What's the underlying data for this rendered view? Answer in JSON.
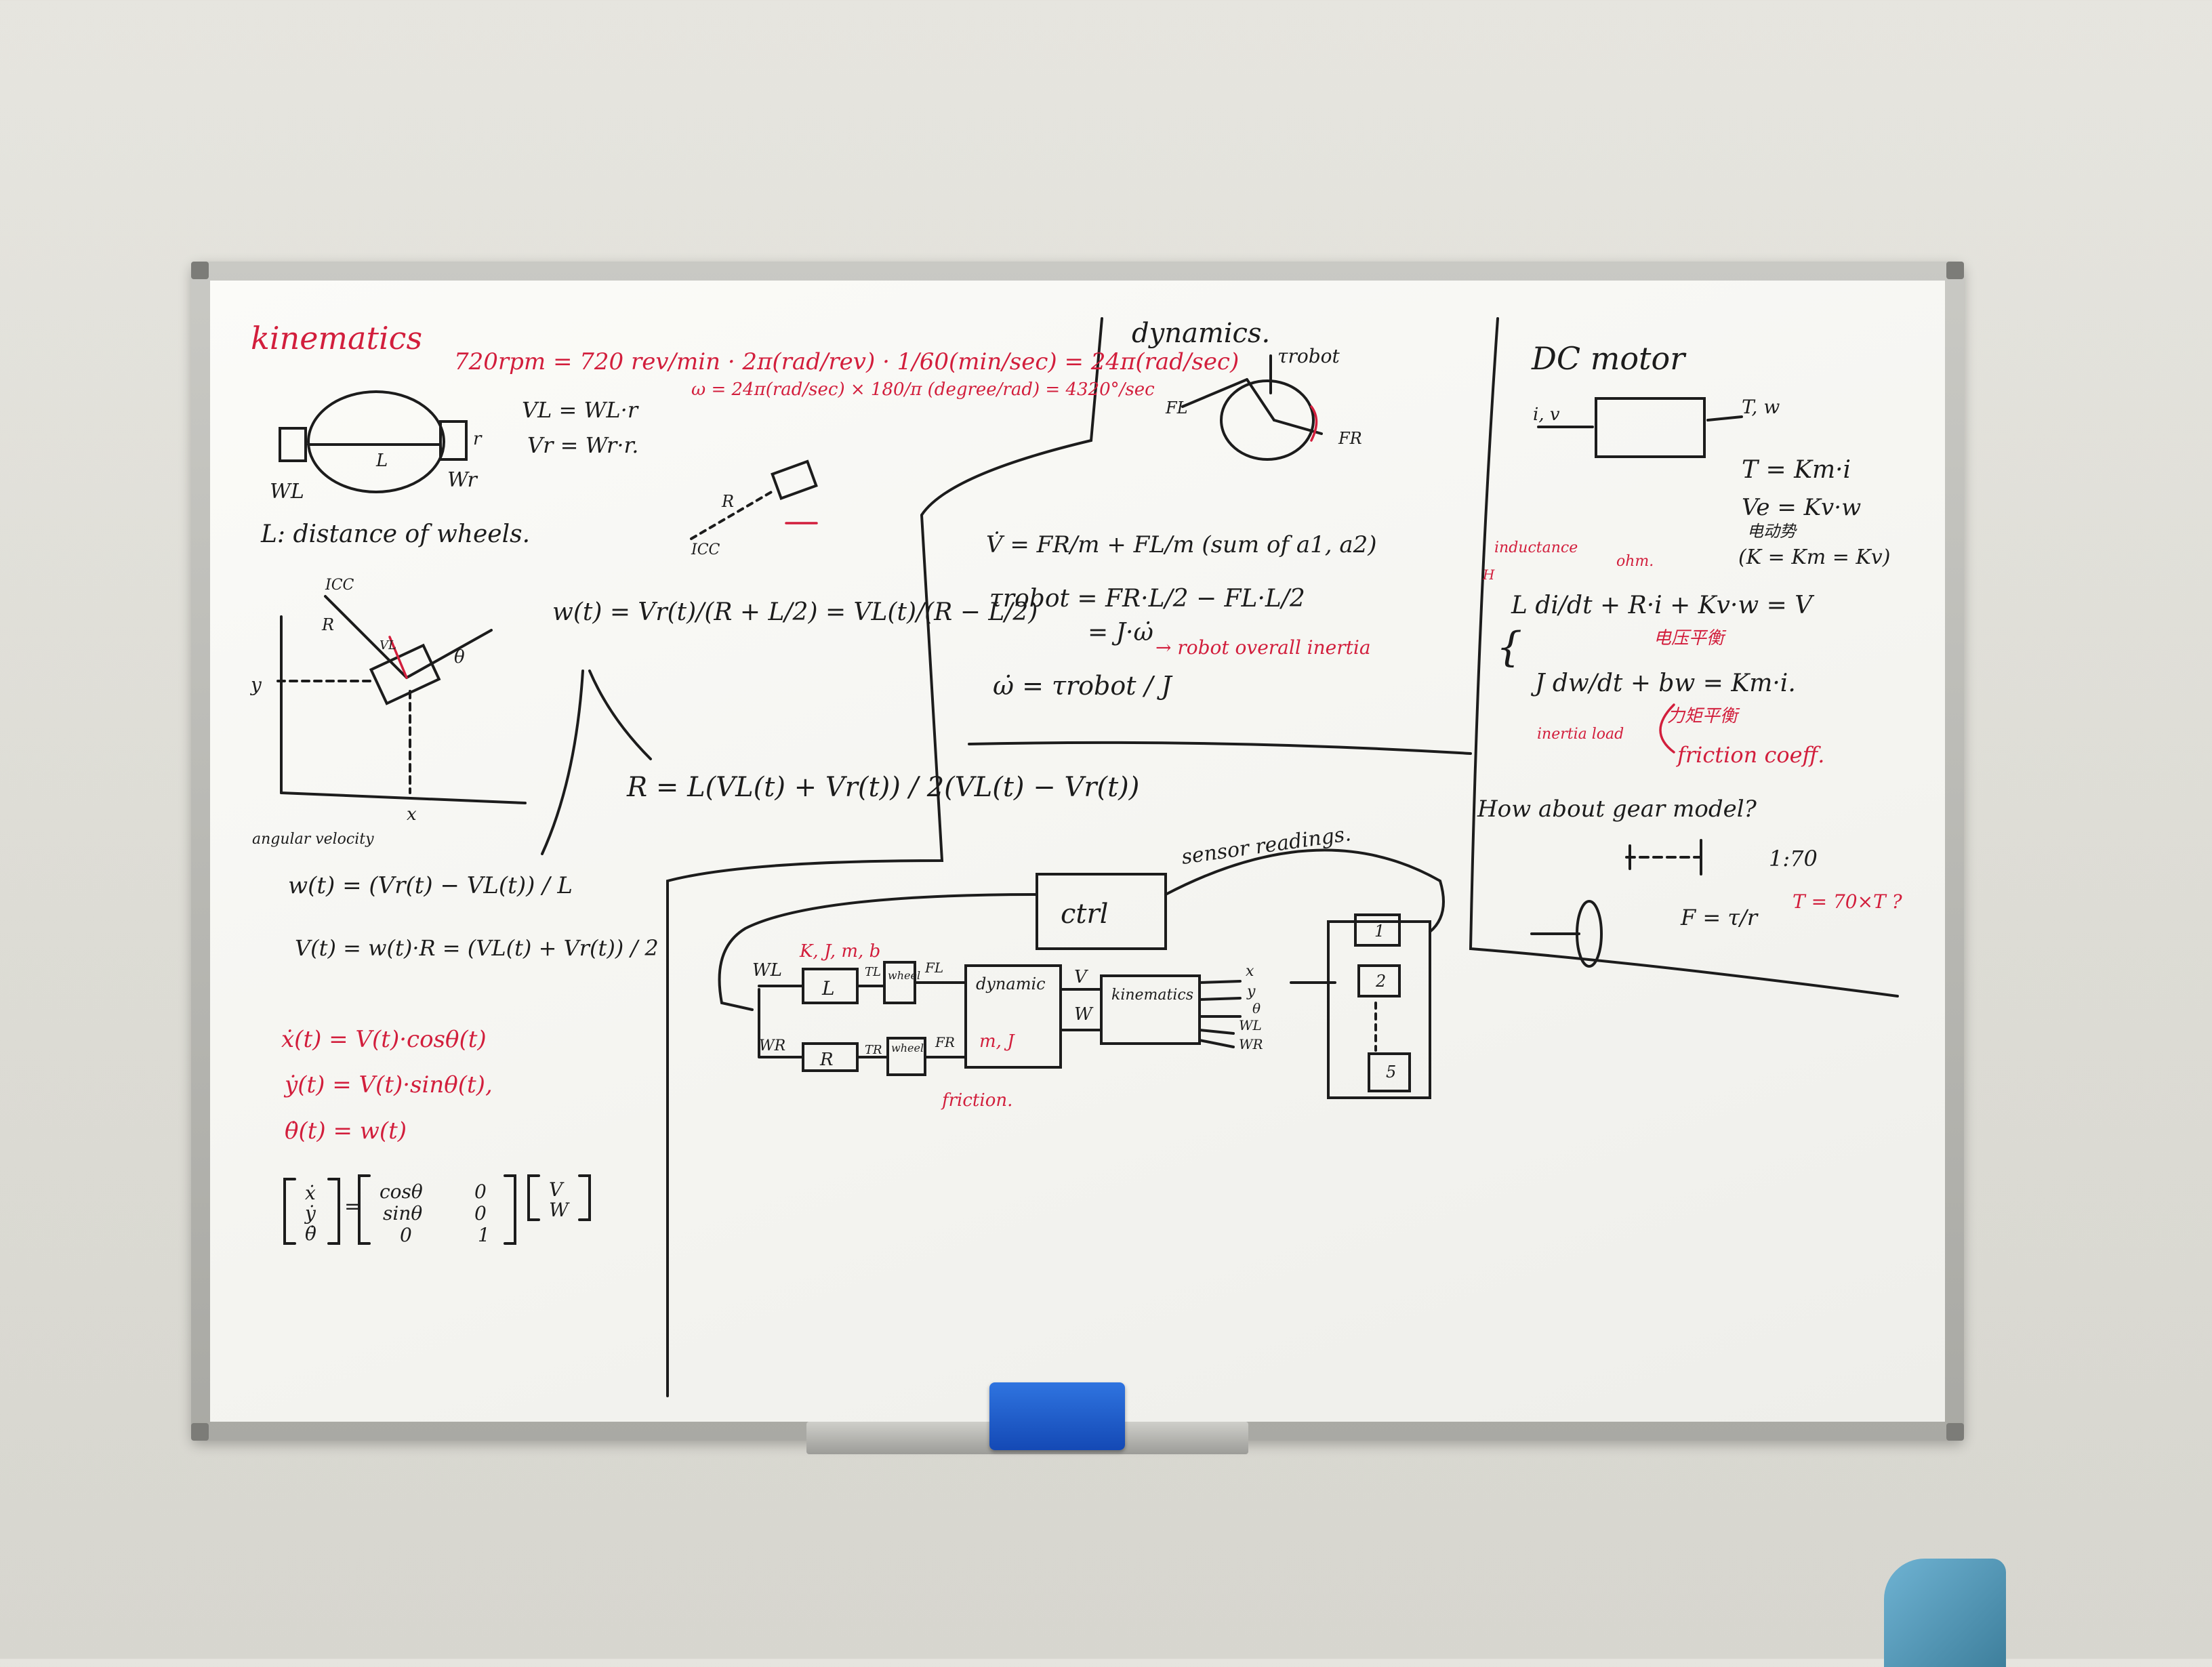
{
  "kinematics": {
    "heading": "kinematics",
    "rpm_line1": "720rpm = 720 rev/min · 2π(rad/rev) · 1/60(min/sec) = 24π(rad/sec)",
    "rpm_line2": "ω = 24π(rad/sec) × 180/π (degree/rad) = 4320°/sec",
    "v_l": "VL = WL·r",
    "v_r": "Vr = Wr·r.",
    "wl_label": "WL",
    "wr_label": "Wr",
    "l_label": "L",
    "r_label": "r",
    "l_def": "L: distance of wheels.",
    "icc": "ICC",
    "R": "R",
    "small_vl": "VL",
    "omega_t": "w(t) = Vr(t)/(R + L/2) = VL(t)/(R − L/2)",
    "R_eq": "R = L(VL(t) + Vr(t)) / 2(VL(t) − Vr(t))",
    "angular_velocity": "angular velocity",
    "w_eq": "w(t) = (Vr(t) − VL(t)) / L",
    "v_eq": "V(t) = w(t)·R = (VL(t) + Vr(t)) / 2",
    "xdot": "ẋ(t) = V(t)·cosθ(t)",
    "ydot": "ẏ(t) = V(t)·sinθ(t),",
    "thetadot": "θ̇(t) = w(t)",
    "matrix_lhs": [
      "ẋ",
      "ẏ",
      "θ̇"
    ],
    "matrix": [
      [
        "cosθ",
        "0"
      ],
      [
        "sinθ",
        "0"
      ],
      [
        "0",
        "1"
      ]
    ],
    "matrix_rhs": [
      "V",
      "W"
    ],
    "axis_y": "y",
    "axis_x": "x",
    "theta": "θ"
  },
  "dynamics": {
    "heading": "dynamics.",
    "tau_robot": "τrobot",
    "fl": "FL",
    "fr": "FR",
    "vdot": "V̇ = FR/m + FL/m   (sum of a1, a2)",
    "torque": "τrobot = FR·L/2 − FL·L/2",
    "torque2": "= J·ω̇",
    "inertia_note": "→ robot overall inertia",
    "wdot": "ω̇ = τrobot / J"
  },
  "dc_motor": {
    "heading": "DC motor",
    "input": "i, v",
    "output": "T, w",
    "t_eq": "T = Km·i",
    "ve_eq": "Ve = Kv·w",
    "back_emf": "电动势",
    "k_eq": "(K = Km = Kv)",
    "inductance": "inductance",
    "ohm": "ohm.",
    "H": "H",
    "elec_eq": "L di/dt + R·i + Kv·w = V",
    "elec_note": "电压平衡",
    "mech_eq": "J dw/dt + bw = Km·i.",
    "mech_note": "力矩平衡",
    "inertia_load": "inertia load",
    "friction": "friction coeff.",
    "gear_q": "How about gear model?",
    "ratio": "1:70",
    "force_eq": "F = τ/r",
    "torque_q": "T = 70×T ?"
  },
  "block_diagram": {
    "sensor": "sensor readings.",
    "ctrl": "ctrl",
    "k_j_m_b": "K, J, m, b",
    "wl": "WL",
    "wr": "WR",
    "L_box": "L",
    "R_box": "R",
    "tl": "TL",
    "tr": "TR",
    "wheel1": "wheel",
    "wheel2": "wheel",
    "fl": "FL",
    "fr": "FR",
    "dynamic": "dynamic",
    "mj": "m, J",
    "v": "V",
    "w": "W",
    "kin": "kinematics",
    "outputs": [
      "x",
      "y",
      "θ",
      "WL",
      "WR"
    ],
    "friction": "friction.",
    "stack": [
      "1",
      "2",
      "5"
    ]
  }
}
